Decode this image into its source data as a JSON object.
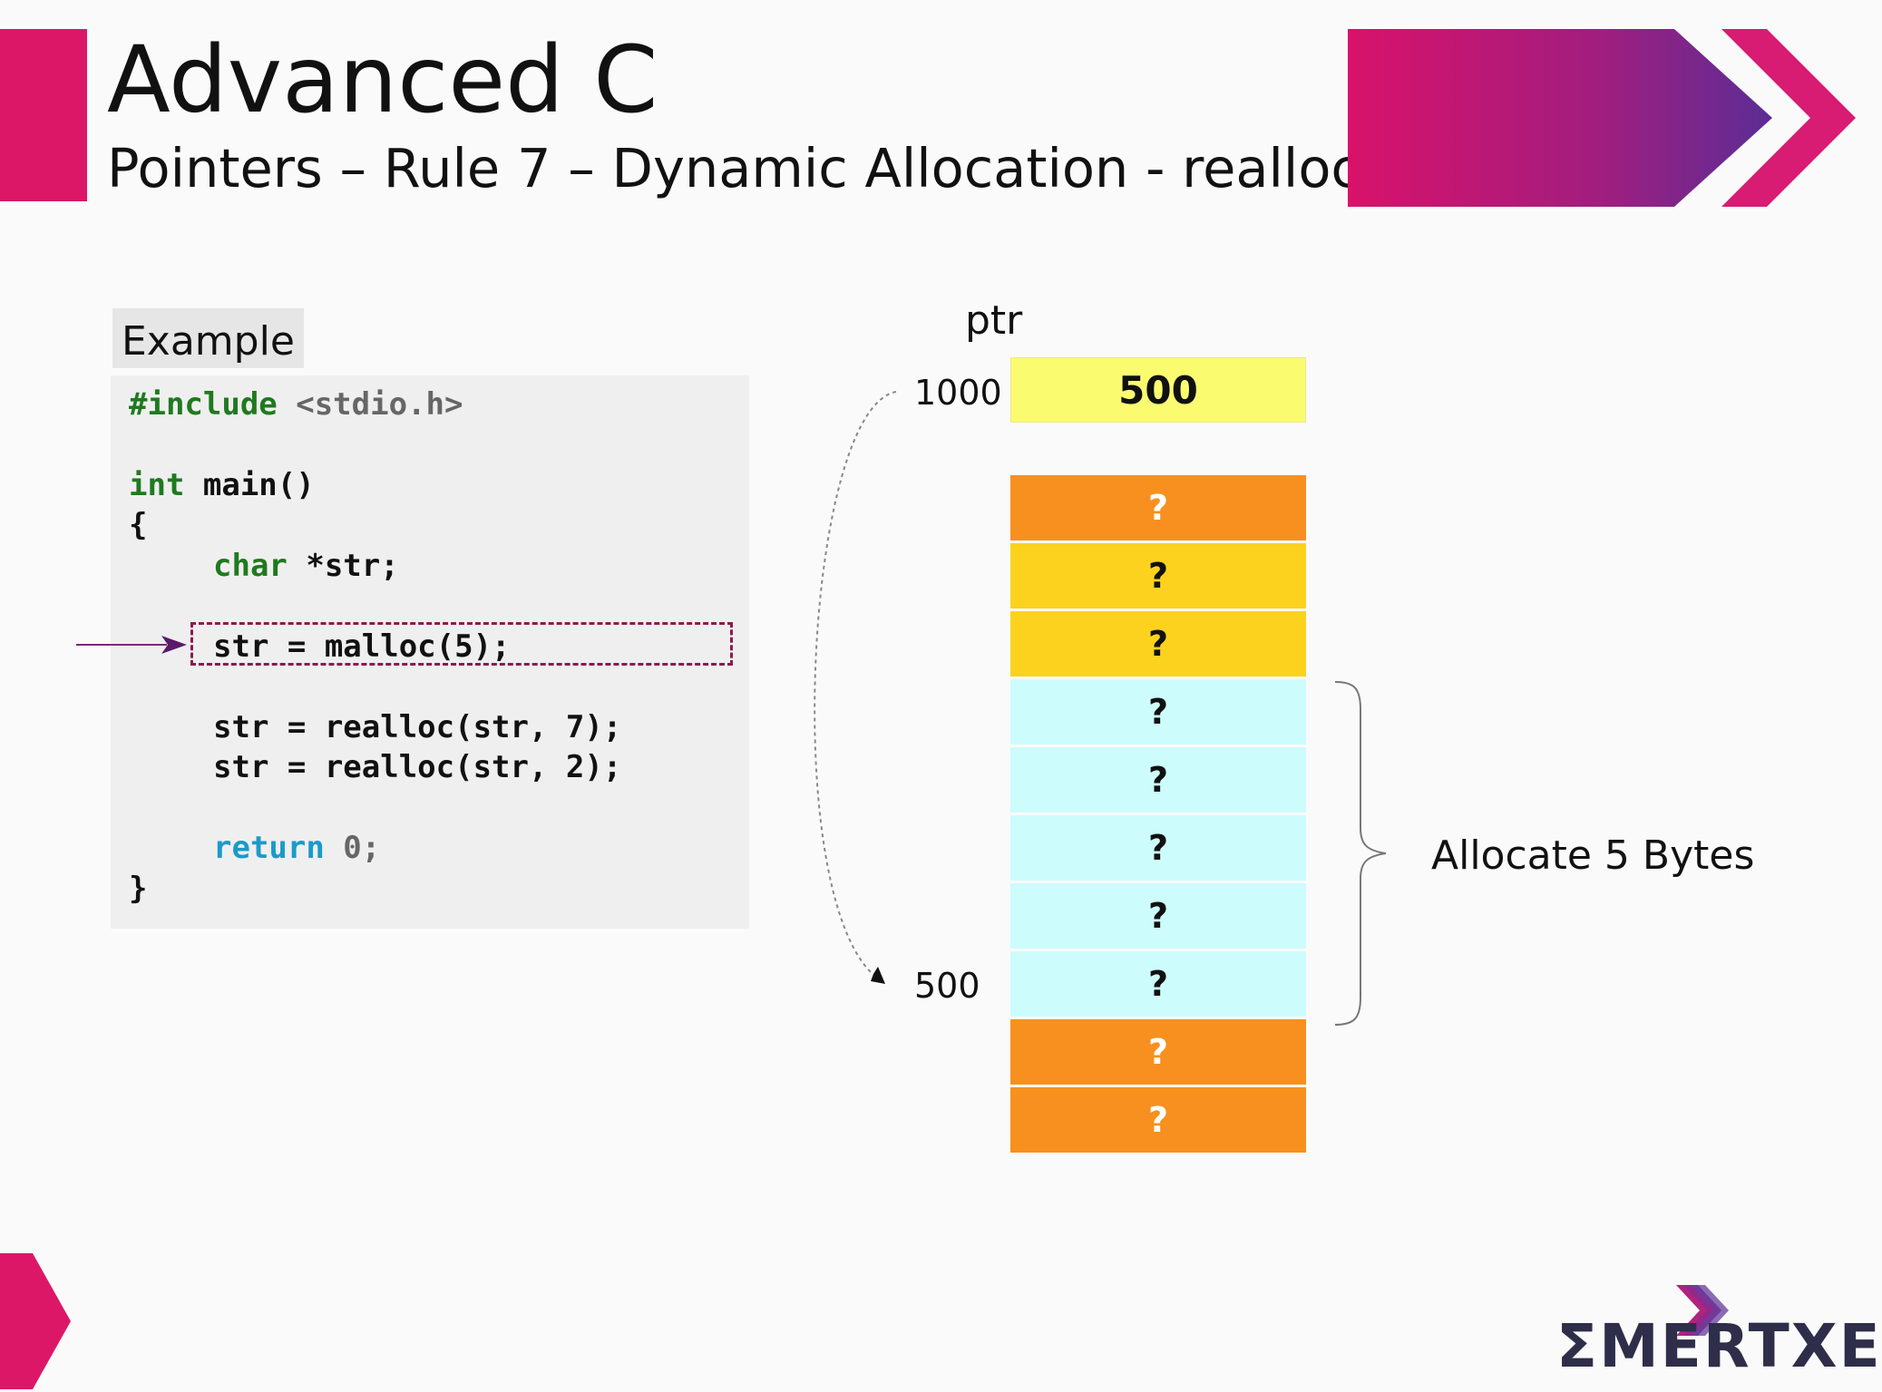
{
  "header": {
    "title": "Advanced C",
    "subtitle": "Pointers – Rule 7 – Dynamic Allocation - realloc"
  },
  "example": {
    "label": "Example",
    "code": {
      "line1_directive": "#include",
      "line1_header": " <stdio.h>",
      "line2_type": "int",
      "line2_rest": " main()",
      "line3": "{",
      "line4_type": "char",
      "line4_rest": " *str;",
      "line5": "str = malloc(5);",
      "line6": "str = realloc(str, 7);",
      "line7": "str = realloc(str, 2);",
      "line8_kw": "return",
      "line8_rest": " 0;",
      "line9": "}"
    }
  },
  "memory": {
    "ptr_name": "ptr",
    "ptr_address": "1000",
    "ptr_value": "500",
    "block_address": "500",
    "cells": [
      {
        "value": "?",
        "kind": "orange"
      },
      {
        "value": "?",
        "kind": "yellow"
      },
      {
        "value": "?",
        "kind": "yellow"
      },
      {
        "value": "?",
        "kind": "cyan"
      },
      {
        "value": "?",
        "kind": "cyan"
      },
      {
        "value": "?",
        "kind": "cyan"
      },
      {
        "value": "?",
        "kind": "cyan"
      },
      {
        "value": "?",
        "kind": "cyan"
      },
      {
        "value": "?",
        "kind": "orange"
      },
      {
        "value": "?",
        "kind": "orange"
      }
    ],
    "annotation": "Allocate 5 Bytes"
  },
  "branding": {
    "logo_text": "ΣMERTXE",
    "colors": {
      "accent_pink": "#dd1768",
      "accent_purple": "#6b2d91",
      "cell_orange": "#f7901e",
      "cell_yellow": "#fcd21e",
      "cell_cyan": "#cdfcfd",
      "ptr_cell": "#fbfb70"
    }
  }
}
